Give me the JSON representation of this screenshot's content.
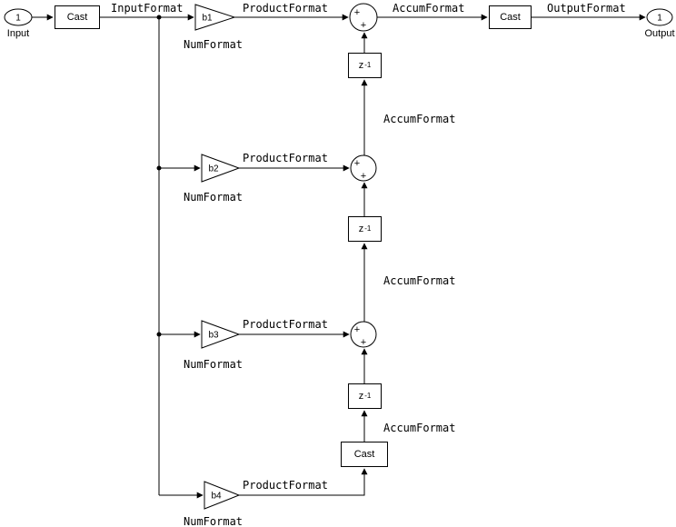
{
  "ports": {
    "input": {
      "id": "1",
      "label": "Input"
    },
    "output": {
      "id": "1",
      "label": "Output"
    }
  },
  "blocks": {
    "cast_input": "Cast",
    "cast_output": "Cast",
    "cast_accum": "Cast",
    "delay_base": "z",
    "delay_exp": "-1",
    "gain_b1": "b1",
    "gain_b2": "b2",
    "gain_b3": "b3",
    "gain_b4": "b4",
    "sum_sign": "+"
  },
  "labels": {
    "input_format": "InputFormat",
    "output_format": "OutputFormat",
    "product_format": "ProductFormat",
    "accum_format": "AccumFormat",
    "num_format": "NumFormat"
  },
  "colors": {
    "line": "#000000",
    "background": "#ffffff"
  }
}
